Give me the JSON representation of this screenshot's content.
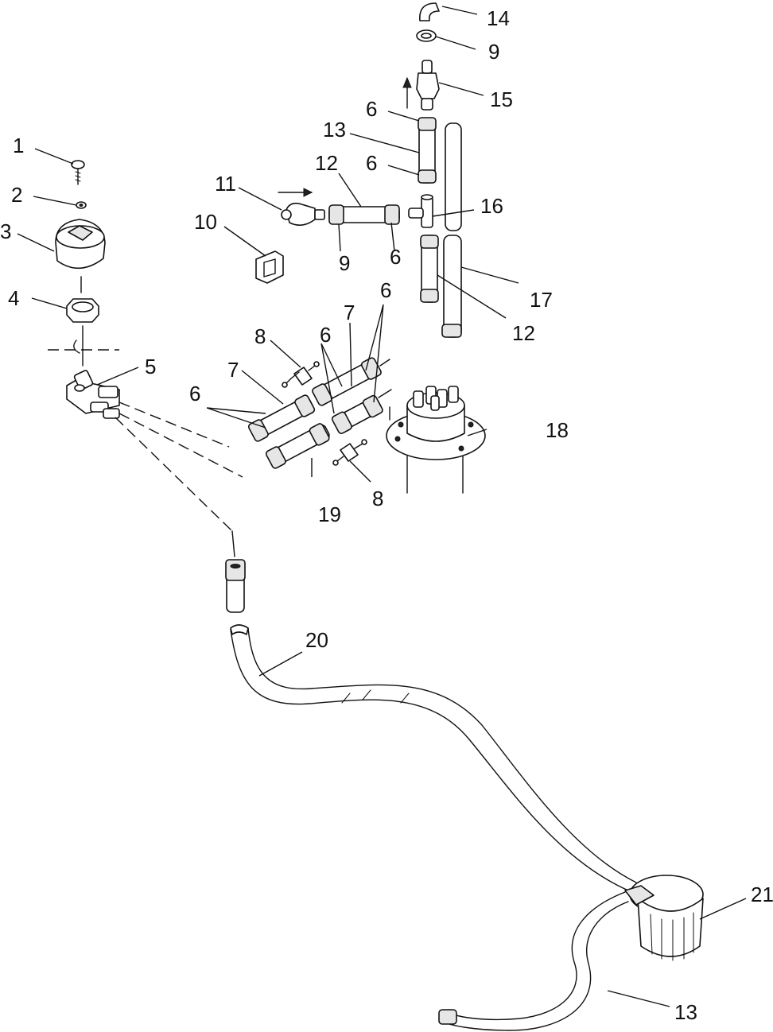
{
  "diagram": {
    "callouts": {
      "c1": "1",
      "c2": "2",
      "c3": "3",
      "c4": "4",
      "c5": "5",
      "c6a": "6",
      "c6b": "6",
      "c6c": "6",
      "c6d": "6",
      "c6e": "6",
      "c6f": "6",
      "c7a": "7",
      "c7b": "7",
      "c8a": "8",
      "c8b": "8",
      "c9a": "9",
      "c9b": "9",
      "c10": "10",
      "c11": "11",
      "c12a": "12",
      "c12b": "12",
      "c13a": "13",
      "c13b": "13",
      "c14": "14",
      "c15": "15",
      "c16": "16",
      "c17": "17",
      "c18": "18",
      "c19": "19",
      "c20": "20",
      "c21": "21"
    }
  }
}
